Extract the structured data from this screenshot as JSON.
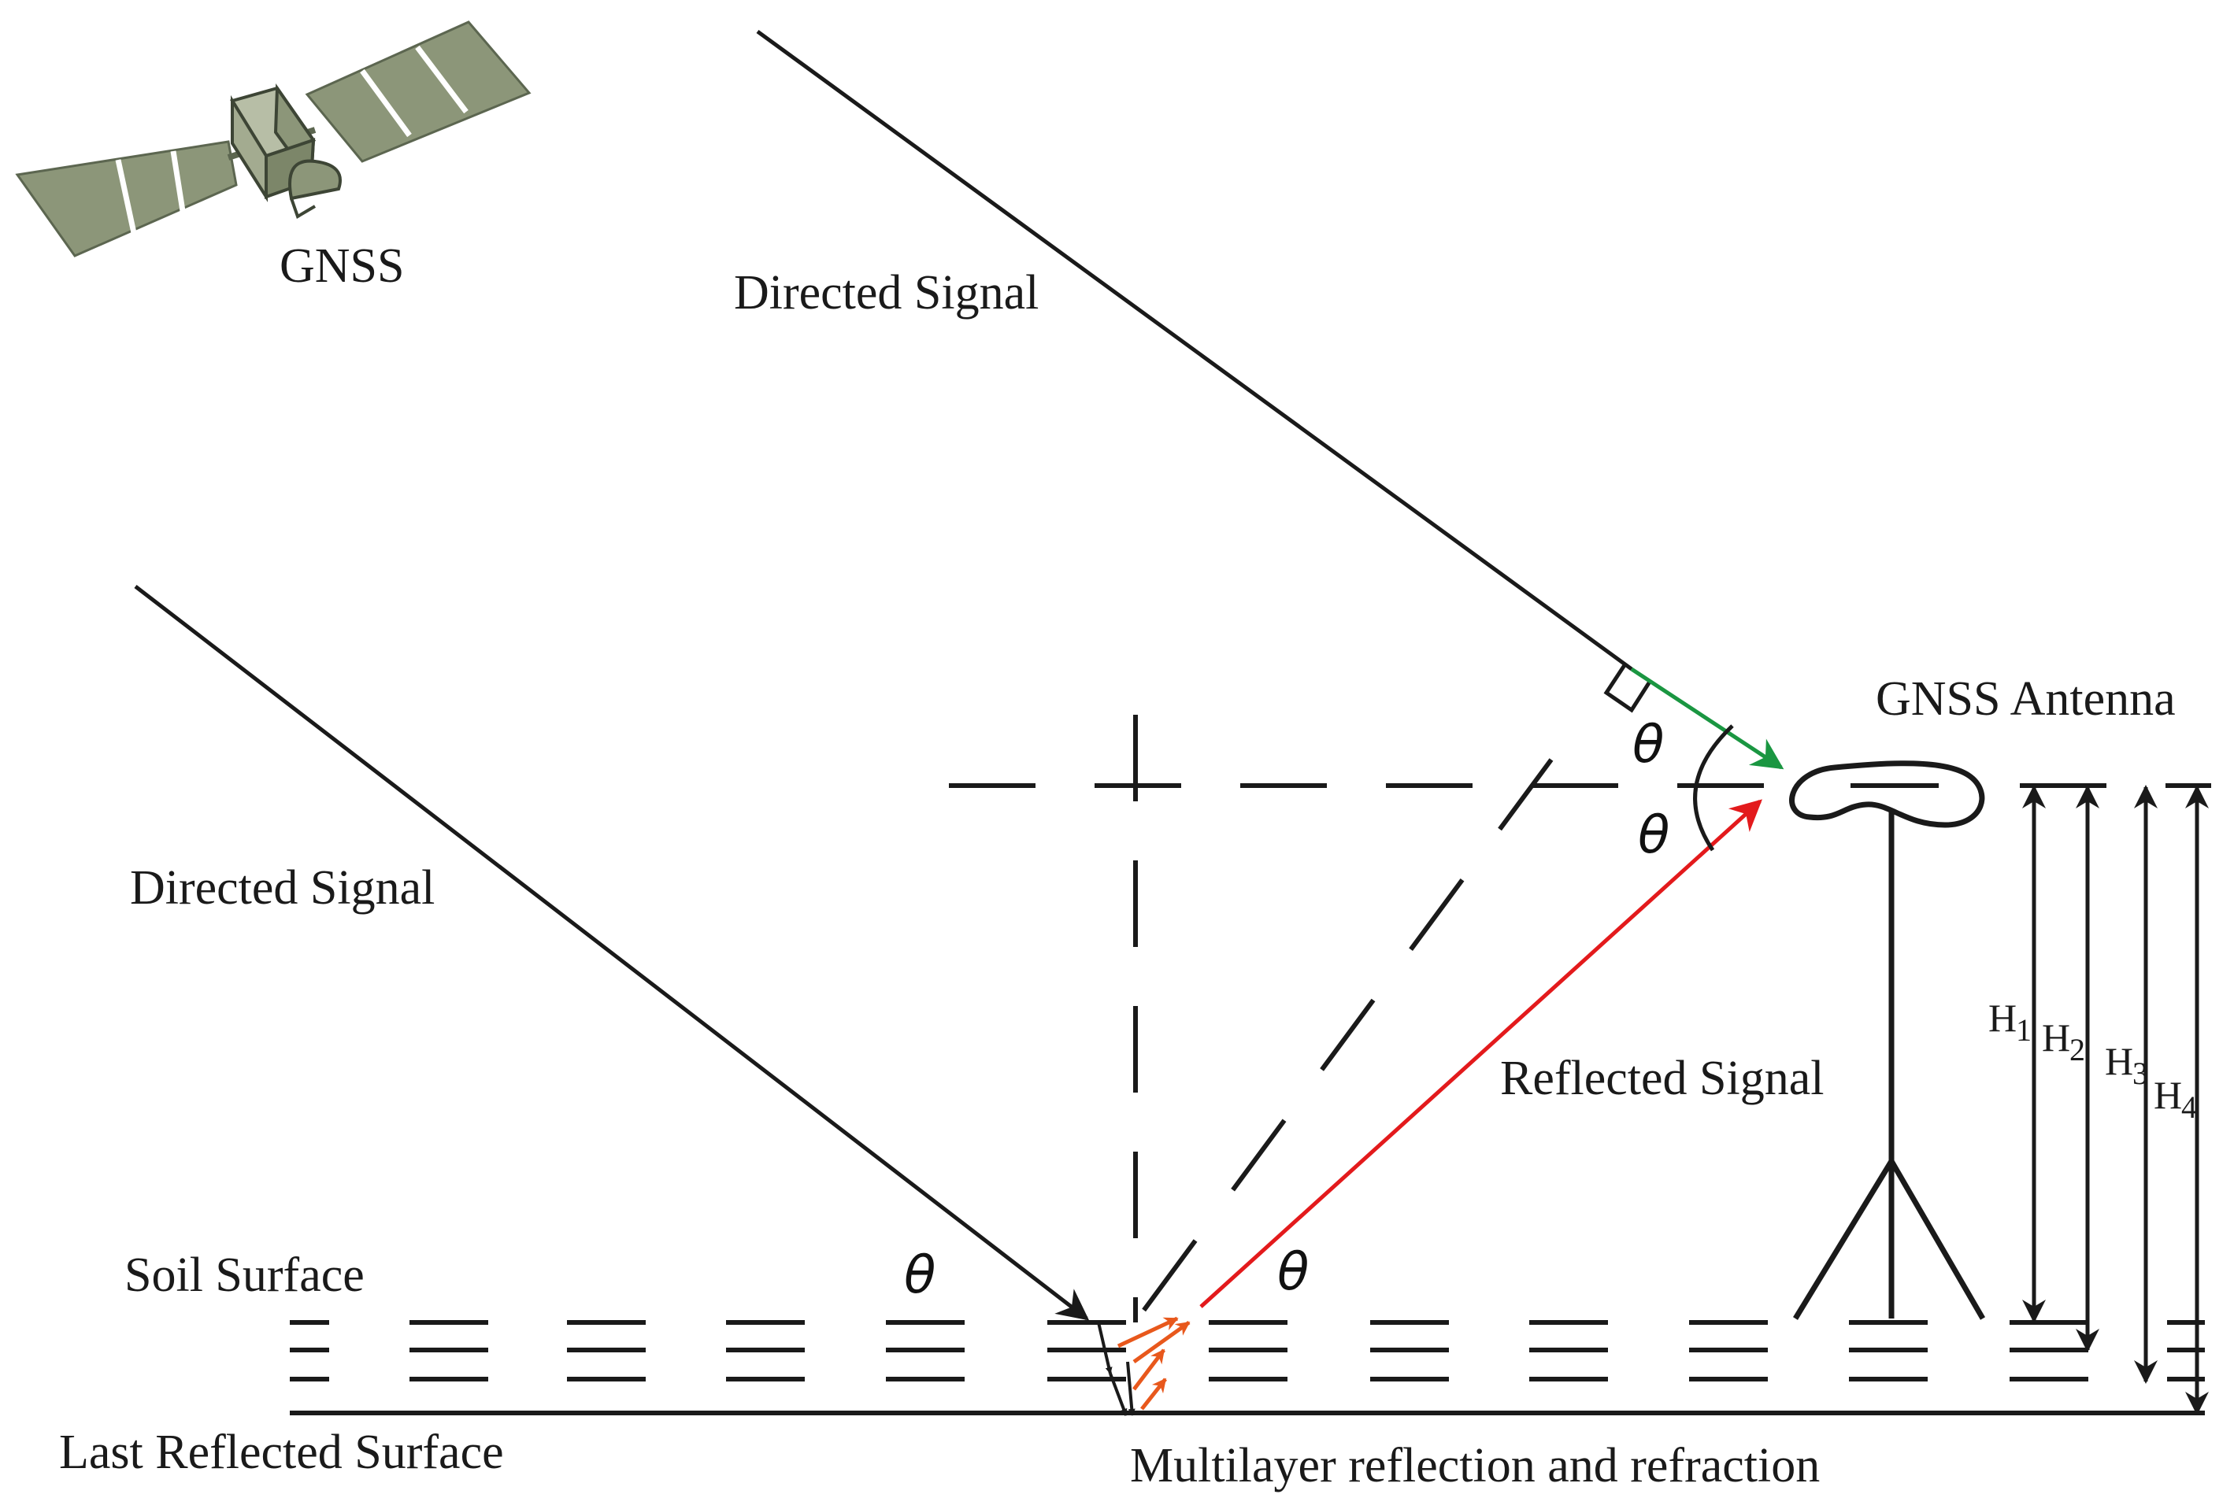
{
  "labels": {
    "gnss": "GNSS",
    "directed_signal_top": "Directed Signal",
    "directed_signal_left": "Directed Signal",
    "gnss_antenna": "GNSS Antenna",
    "reflected_signal": "Reflected Signal",
    "soil_surface": "Soil Surface",
    "last_reflected_surface": "Last Reflected Surface",
    "multilayer": "Multilayer reflection and refraction",
    "theta": "θ",
    "h_letter": "H",
    "h1_sub": "1",
    "h2_sub": "2",
    "h3_sub": "3",
    "h4_sub": "4"
  },
  "icons": {
    "satellite": "satellite-icon",
    "antenna": "gnss-antenna-icon"
  },
  "colors": {
    "line": "#1a1a1a",
    "direct_to_antenna": "#1a9641",
    "reflected_signal": "#e31a1c",
    "refraction": "#e8581c",
    "satellite": "#8c9679"
  }
}
